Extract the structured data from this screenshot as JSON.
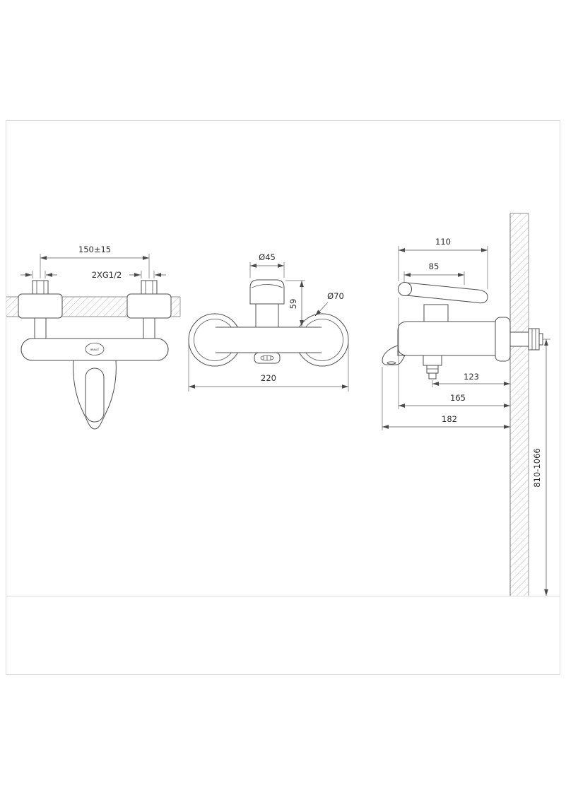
{
  "brand": "BRAVAT",
  "front_view": {
    "dim_mounting_distance": "150±15",
    "dim_connections": "2XG1/2"
  },
  "center_view": {
    "dim_handle_diameter": "Ø45",
    "dim_height": "59",
    "dim_escutcheon_diameter": "Ø70",
    "dim_overall_width": "220"
  },
  "side_view": {
    "dim_110": "110",
    "dim_85": "85",
    "dim_123": "123",
    "dim_165": "165",
    "dim_182": "182",
    "dim_installation_height": "810-1066"
  },
  "colors": {
    "line": "#4d4d4d",
    "dimension": "#5a5a5a",
    "hatch": "#b5b5b5",
    "frame": "#dcdcdc",
    "background": "#ffffff"
  }
}
